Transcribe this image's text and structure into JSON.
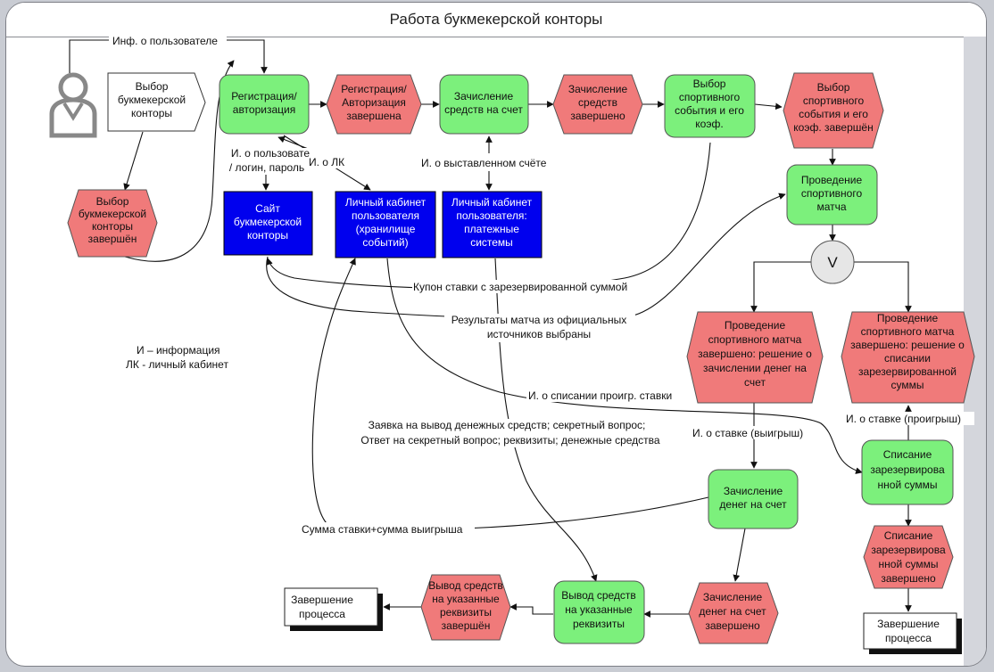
{
  "title": "Работа букмекерской конторы",
  "colors": {
    "function": "#7cf07c",
    "event": "#f07a7a",
    "system": "#0000ee",
    "document": "#ffffff",
    "operator": "#e6e6e6"
  },
  "nodes": {
    "user_icon": "user-icon",
    "choose_office": [
      "Выбор",
      "букмекерской",
      "конторы"
    ],
    "choose_office_done": [
      "Выбор",
      "букмекерской",
      "конторы",
      "завершён"
    ],
    "registration": [
      "Регистрация/",
      "авторизация"
    ],
    "registration_done": [
      "Регистрация/",
      "Авторизация",
      "завершена"
    ],
    "deposit": [
      "Зачисление",
      "средств на счет"
    ],
    "deposit_done": [
      "Зачисление",
      "средств",
      "завершено"
    ],
    "choose_event": [
      "Выбор",
      "спортивного",
      "события и его",
      "коэф."
    ],
    "choose_event_done": [
      "Выбор",
      "спортивного",
      "события и его",
      "коэф. завершён"
    ],
    "site": [
      "Сайт",
      "букмекерской",
      "конторы"
    ],
    "cabinet_events": [
      "Личный кабинет",
      "пользователя",
      "(хранилище",
      "событий)"
    ],
    "cabinet_payments": [
      "Личный кабинет",
      "пользователя:",
      "платежные",
      "системы"
    ],
    "match": [
      "Проведение",
      "спортивного",
      "матча"
    ],
    "xor": "V",
    "match_win": [
      "Проведение",
      "спортивного матча",
      "завершено: решение о",
      "зачислении денег на",
      "счет"
    ],
    "match_lose": [
      "Проведение",
      "спортивного матча",
      "завершено: решение о",
      "списании",
      "зарезервированной",
      "суммы"
    ],
    "credit_money": [
      "Зачисление",
      "денег на счет"
    ],
    "writeoff": [
      "Списание",
      "зарезервирова",
      "нной суммы"
    ],
    "writeoff_done": [
      "Списание",
      "зарезервирова",
      "нной суммы",
      "завершено"
    ],
    "credit_done": [
      "Зачисление",
      "денег на счет",
      "завершено"
    ],
    "withdraw": [
      "Вывод средств",
      "на указанные",
      "реквизиты"
    ],
    "withdraw_done": [
      "Вывод средств",
      "на указанные",
      "реквизиты",
      "завершён"
    ],
    "end_left": [
      "Завершение",
      "процесса"
    ],
    "end_right": [
      "Завершение",
      "процесса"
    ]
  },
  "flows": {
    "user_info": "Инф. о пользователе",
    "login_info": [
      "И. о пользовате",
      "/ логин, пароль"
    ],
    "lk_info": "И. о ЛК",
    "invoice_info": "И. о выставленном счёте",
    "coupon": "Купон ставки с зарезервированной суммой",
    "results": [
      "Результаты матча из официальных",
      "источников выбраны"
    ],
    "lose_writeoff_info": "И. о списании проигр. ставки",
    "withdraw_request": [
      "Заявка на вывод денежных средств; секретный вопрос;",
      "Ответ на секретный вопрос; реквизиты; денежные средства"
    ],
    "win_bet_info": "И. о ставке (выигрыш)",
    "lose_bet_info": "И. о ставке (проигрыш)",
    "bet_plus_win": "Сумма ставки+сумма выигрыша"
  },
  "legend": [
    "И – информация",
    "ЛК - личный кабинет"
  ]
}
